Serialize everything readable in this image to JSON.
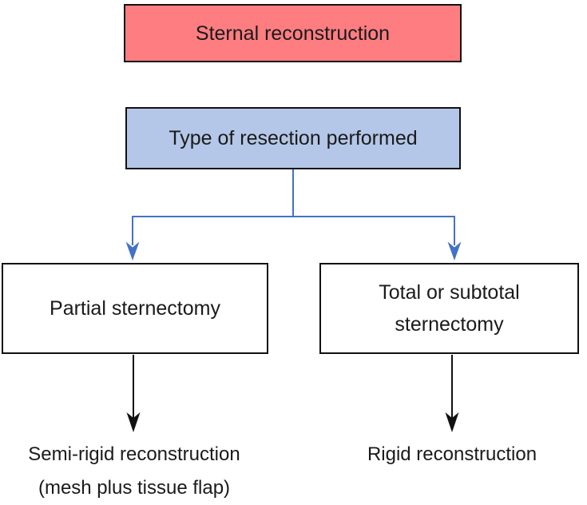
{
  "figure": {
    "title_box": {
      "label": "Sternal reconstruction"
    },
    "decision_box": {
      "label": "Type of resection performed"
    },
    "branches": [
      {
        "box_label": "Partial sternectomy",
        "outcome_line1": "Semi-rigid reconstruction",
        "outcome_line2": "(mesh plus tissue flap)"
      },
      {
        "box_label": "Total or subtotal sternectomy",
        "outcome_line1": "Rigid reconstruction"
      }
    ]
  },
  "colors": {
    "top_box_fill": "#FD7D81",
    "decision_box_fill": "#B4C7E8",
    "connector_blue": "#4472C5",
    "arrow_black": "#111111",
    "box_border": "#111111",
    "text": "#1a1a1a"
  }
}
